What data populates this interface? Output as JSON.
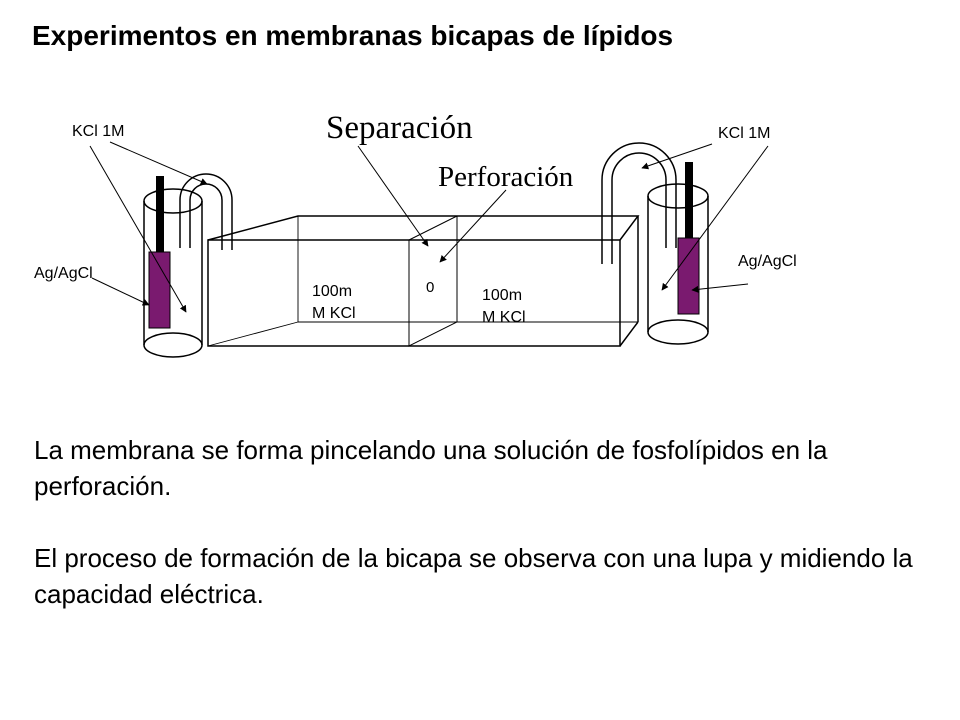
{
  "title": "Experimentos en membranas bicapas de lípidos",
  "diagram": {
    "left_electrolyte_label": "KCl 1M",
    "right_electrolyte_label": "KCl 1M",
    "left_electrode_label": "Ag/AgCl",
    "right_electrode_label": "Ag/AgCl",
    "separation_label": "Separación",
    "perforation_label": "Perforación",
    "hole_marker": "0",
    "left_chamber_label": [
      "100m",
      "M KCl"
    ],
    "right_chamber_label": [
      "100m",
      "M KCl"
    ],
    "electrode_color": "#7a1a6f"
  },
  "paragraphs": [
    "La membrana se forma pincelando una solución de fosfolípidos en la perforación.",
    "El proceso de formación de la bicapa se observa con una lupa y midiendo la capacidad eléctrica."
  ]
}
